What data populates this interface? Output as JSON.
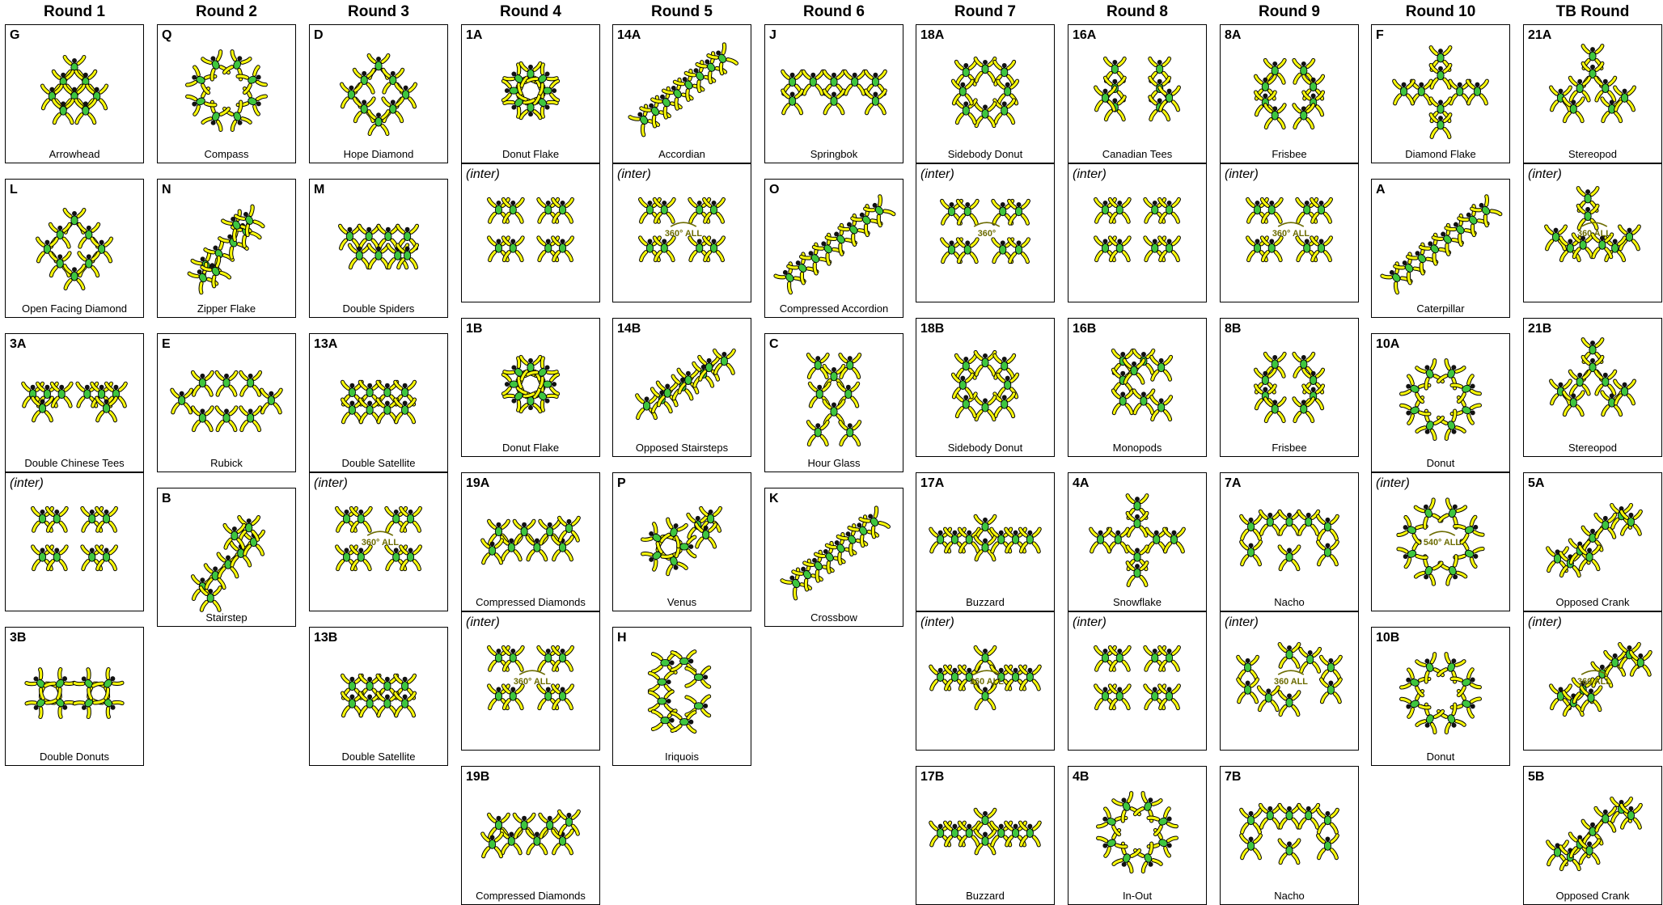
{
  "colors": {
    "leg": "#f7f70a",
    "body": "#3ec63e",
    "head": "#111111",
    "outline": "#000000",
    "annotation": "#6b6b00"
  },
  "rounds": [
    {
      "title": "Round 1",
      "cells": [
        {
          "code": "G",
          "name": "Arrowhead",
          "pattern": "diamond-pair"
        },
        {
          "code": "L",
          "name": "Open Facing Diamond",
          "pattern": "diamond"
        },
        {
          "code": "3A",
          "name": "Double Chinese Tees",
          "pattern": "two-groups"
        },
        {
          "code": "(inter)",
          "name": "",
          "pattern": "scatter"
        },
        {
          "code": "3B",
          "name": "Double Donuts",
          "pattern": "two-rings"
        }
      ]
    },
    {
      "title": "Round 2",
      "cells": [
        {
          "code": "Q",
          "name": "Compass",
          "pattern": "compass"
        },
        {
          "code": "N",
          "name": "Zipper Flake",
          "pattern": "chain"
        },
        {
          "code": "E",
          "name": "Rubick",
          "pattern": "diamond-wide"
        },
        {
          "code": "B",
          "name": "Stairstep",
          "pattern": "stairs"
        }
      ]
    },
    {
      "title": "Round 3",
      "cells": [
        {
          "code": "D",
          "name": "Hope Diamond",
          "pattern": "diamond"
        },
        {
          "code": "M",
          "name": "Double Spiders",
          "pattern": "two-rows"
        },
        {
          "code": "13A",
          "name": "Double Satellite",
          "pattern": "satellite"
        },
        {
          "code": "(inter)",
          "name": "",
          "pattern": "scatter",
          "note": "360° ALL"
        },
        {
          "code": "13B",
          "name": "Double Satellite",
          "pattern": "satellite"
        }
      ]
    },
    {
      "title": "Round 4",
      "cells": [
        {
          "code": "1A",
          "name": "Donut Flake",
          "pattern": "ring-small"
        },
        {
          "code": "(inter)",
          "name": "",
          "pattern": "scatter"
        },
        {
          "code": "1B",
          "name": "Donut Flake",
          "pattern": "ring-small"
        },
        {
          "code": "19A",
          "name": "Compressed Diamonds",
          "pattern": "zigzag"
        },
        {
          "code": "(inter)",
          "name": "",
          "pattern": "scatter",
          "note": "360° ALL"
        },
        {
          "code": "19B",
          "name": "Compressed Diamonds",
          "pattern": "zigzag"
        }
      ]
    },
    {
      "title": "Round 5",
      "cells": [
        {
          "code": "14A",
          "name": "Accordian",
          "pattern": "diagonal"
        },
        {
          "code": "(inter)",
          "name": "",
          "pattern": "scatter",
          "note": "360° ALL"
        },
        {
          "code": "14B",
          "name": "Opposed Stairsteps",
          "pattern": "diagonal-wide"
        },
        {
          "code": "P",
          "name": "Venus",
          "pattern": "venus"
        },
        {
          "code": "H",
          "name": "Iriquois",
          "pattern": "iriquois"
        }
      ]
    },
    {
      "title": "Round 6",
      "cells": [
        {
          "code": "J",
          "name": "Springbok",
          "pattern": "springbok"
        },
        {
          "code": "O",
          "name": "Compressed Accordion",
          "pattern": "diagonal-long"
        },
        {
          "code": "C",
          "name": "Hour Glass",
          "pattern": "hourglass"
        },
        {
          "code": "K",
          "name": "Crossbow",
          "pattern": "diagonal"
        }
      ]
    },
    {
      "title": "Round 7",
      "cells": [
        {
          "code": "18A",
          "name": "Sidebody Donut",
          "pattern": "square"
        },
        {
          "code": "(inter)",
          "name": "",
          "pattern": "pairs",
          "note": "360°"
        },
        {
          "code": "18B",
          "name": "Sidebody Donut",
          "pattern": "square"
        },
        {
          "code": "17A",
          "name": "Buzzard",
          "pattern": "line"
        },
        {
          "code": "(inter)",
          "name": "",
          "pattern": "line-split",
          "note": "360 ALL"
        },
        {
          "code": "17B",
          "name": "Buzzard",
          "pattern": "line"
        }
      ]
    },
    {
      "title": "Round 8",
      "cells": [
        {
          "code": "16A",
          "name": "Canadian Tees",
          "pattern": "two-columns"
        },
        {
          "code": "(inter)",
          "name": "",
          "pattern": "scatter"
        },
        {
          "code": "16B",
          "name": "Monopods",
          "pattern": "monopods"
        },
        {
          "code": "4A",
          "name": "Snowflake",
          "pattern": "cross"
        },
        {
          "code": "(inter)",
          "name": "",
          "pattern": "scatter"
        },
        {
          "code": "4B",
          "name": "In-Out",
          "pattern": "ring"
        }
      ]
    },
    {
      "title": "Round 9",
      "cells": [
        {
          "code": "8A",
          "name": "Frisbee",
          "pattern": "frisbee"
        },
        {
          "code": "(inter)",
          "name": "",
          "pattern": "scatter",
          "note": "360° ALL"
        },
        {
          "code": "8B",
          "name": "Frisbee",
          "pattern": "frisbee"
        },
        {
          "code": "7A",
          "name": "Nacho",
          "pattern": "nacho"
        },
        {
          "code": "(inter)",
          "name": "",
          "pattern": "nacho-split",
          "note": "360 ALL"
        },
        {
          "code": "7B",
          "name": "Nacho",
          "pattern": "nacho"
        }
      ]
    },
    {
      "title": "Round 10",
      "cells": [
        {
          "code": "F",
          "name": "Diamond Flake",
          "pattern": "cross"
        },
        {
          "code": "A",
          "name": "Caterpillar",
          "pattern": "diagonal-long"
        },
        {
          "code": "10A",
          "name": "Donut",
          "pattern": "ring"
        },
        {
          "code": "(inter)",
          "name": "",
          "pattern": "scatter-ring",
          "note": "540° ALL"
        },
        {
          "code": "10B",
          "name": "Donut",
          "pattern": "ring"
        }
      ]
    },
    {
      "title": "TB Round",
      "cells": [
        {
          "code": "21A",
          "name": "Stereopod",
          "pattern": "tripod"
        },
        {
          "code": "(inter)",
          "name": "",
          "pattern": "tripod-split",
          "note": "360 ALL"
        },
        {
          "code": "21B",
          "name": "Stereopod",
          "pattern": "tripod"
        },
        {
          "code": "5A",
          "name": "Opposed Crank",
          "pattern": "crank"
        },
        {
          "code": "(inter)",
          "name": "",
          "pattern": "crank-split",
          "note": "360 ALL"
        },
        {
          "code": "5B",
          "name": "Opposed Crank",
          "pattern": "crank"
        }
      ]
    }
  ]
}
